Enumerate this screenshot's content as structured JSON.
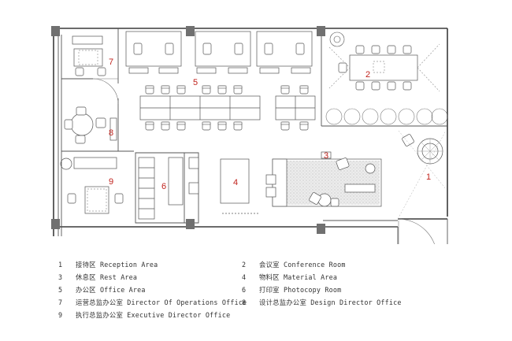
{
  "room_numbers": [
    "1",
    "2",
    "3",
    "4",
    "5",
    "6",
    "7",
    "8",
    "9"
  ],
  "legend": [
    {
      "num": "1",
      "zh": "接待区",
      "en": "Reception Area"
    },
    {
      "num": "2",
      "zh": "会议室",
      "en": "Conference Room"
    },
    {
      "num": "3",
      "zh": "休息区",
      "en": "Rest Area"
    },
    {
      "num": "4",
      "zh": "物料区",
      "en": "Material Area"
    },
    {
      "num": "5",
      "zh": "办公区",
      "en": "Office Area"
    },
    {
      "num": "6",
      "zh": "打印室",
      "en": "Photocopy Room"
    },
    {
      "num": "7",
      "zh": "运营总监办公室",
      "en": "Director Of Operations Office"
    },
    {
      "num": "8",
      "zh": "设计总监办公室",
      "en": "Design Director Office"
    },
    {
      "num": "9",
      "zh": "执行总监办公室",
      "en": "Executive Director Office"
    }
  ],
  "colors": {
    "wall": "#3a3a3a",
    "line": "#555555",
    "column": "#707070",
    "room_number": "#c0221c",
    "hatch": "#cfcfcf"
  }
}
